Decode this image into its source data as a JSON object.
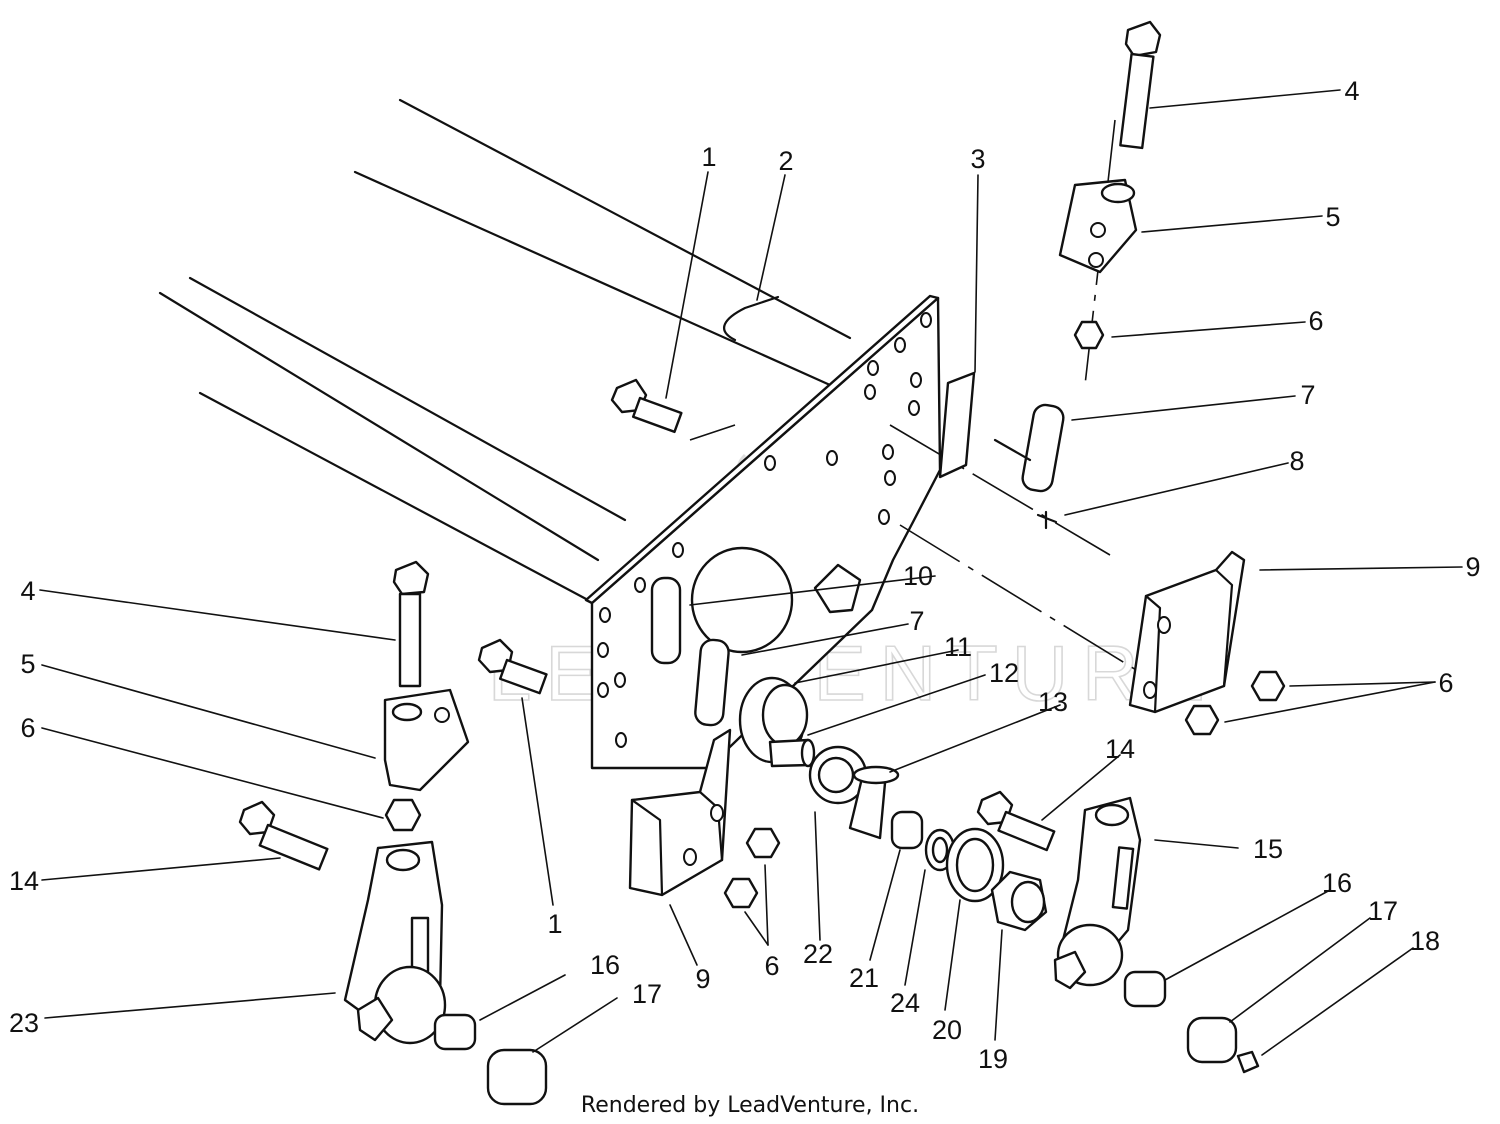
{
  "watermark": "LEADVENTURE",
  "footer": "Rendered by LeadVenture, Inc.",
  "callouts": [
    "1",
    "2",
    "3",
    "4",
    "5",
    "6",
    "7",
    "8",
    "9",
    "10",
    "11",
    "12",
    "13",
    "14",
    "15",
    "16",
    "17",
    "18",
    "19",
    "20",
    "21",
    "22",
    "23",
    "24"
  ]
}
